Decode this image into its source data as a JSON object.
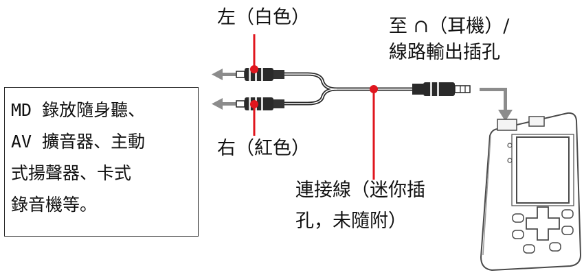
{
  "labels": {
    "left_white": "左（白色）",
    "right_red": "右（紅色）",
    "headphone_line1": "至 ∩（耳機）/",
    "headphone_line2": "線路輸出插孔",
    "cable_line1": "連接線（迷你插",
    "cable_line2": "孔，未隨附）"
  },
  "device_box": {
    "lines": [
      "MD 錄放隨身聽、",
      "AV 擴音器、主動",
      "式揚聲器、卡式",
      "錄音機等。"
    ]
  },
  "colors": {
    "callout_red": "#e0161e",
    "arrow_gray": "#8c8c8c",
    "cable_dark": "#2a2a2a"
  }
}
